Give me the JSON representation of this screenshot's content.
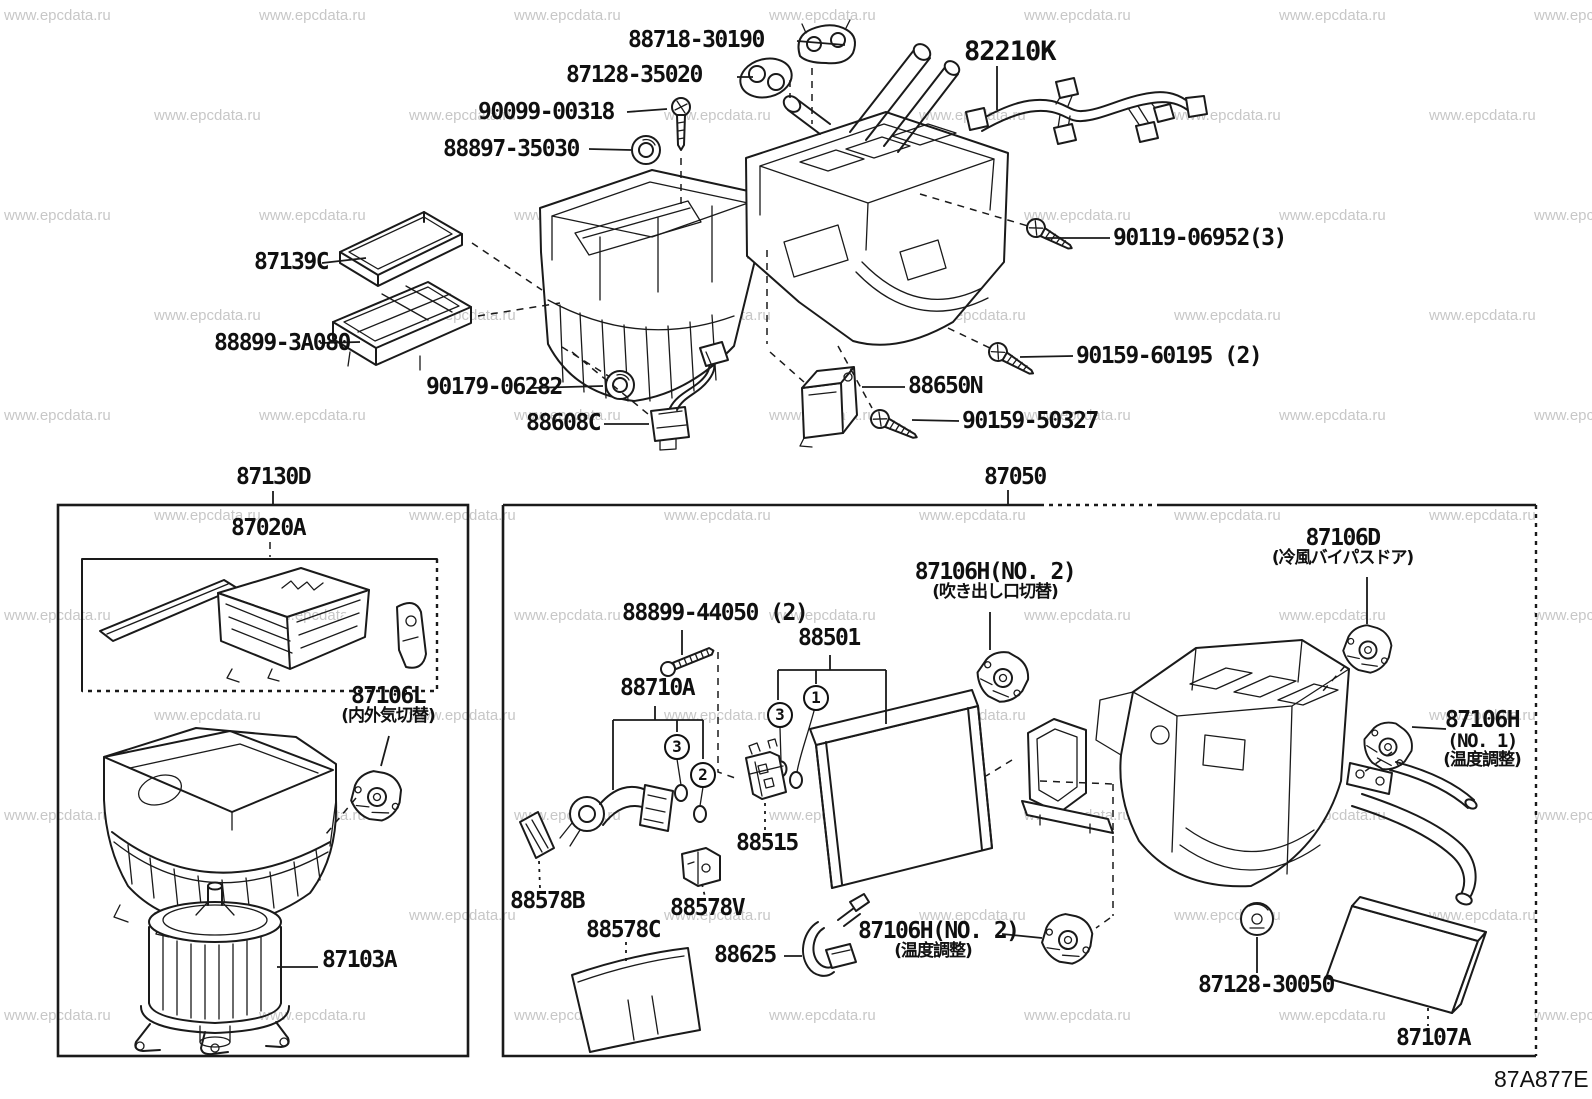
{
  "watermark": {
    "text": "www.epcdata.ru"
  },
  "drawing_code": "87A877E",
  "sections": {
    "left_box_header": "87130D",
    "right_box_header": "87050"
  },
  "callouts": {
    "one": "1",
    "two": "2",
    "three": "3"
  },
  "labels": {
    "p88718_30190": "88718-30190",
    "p87128_35020": "87128-35020",
    "p90099_00318": "90099-00318",
    "p88897_35030": "88897-35030",
    "p82210K": "82210K",
    "p90119_06952": "90119-06952(3)",
    "p87139C": "87139C",
    "p88899_3A080": "88899-3A080",
    "p90159_60195": "90159-60195 (2)",
    "p90179_06282": "90179-06282",
    "p88650N": "88650N",
    "p88608C": "88608C",
    "p90159_50327": "90159-50327",
    "p87020A": "87020A",
    "p87106L": {
      "num": "87106L",
      "note": "(内外気切替)"
    },
    "p87103A": "87103A",
    "p88899_44050": "88899-44050 (2)",
    "p88710A": "88710A",
    "p88501": "88501",
    "p87106H_no2_outlet": {
      "num": "87106H(NO. 2)",
      "note": "(吹き出し口切替)"
    },
    "p87106D": {
      "num": "87106D",
      "note": "(冷風バイパスドア)"
    },
    "p87106H_no1": {
      "num": "87106H",
      "no": "(NO. 1)",
      "note": "(温度調整)"
    },
    "p88515": "88515",
    "p88578B": "88578B",
    "p88578V": "88578V",
    "p88578C": "88578C",
    "p88625": "88625",
    "p87106H_no2_temp": {
      "num": "87106H(NO. 2)",
      "note": "(温度調整)"
    },
    "p87128_30050": "87128-30050",
    "p87107A": "87107A"
  }
}
